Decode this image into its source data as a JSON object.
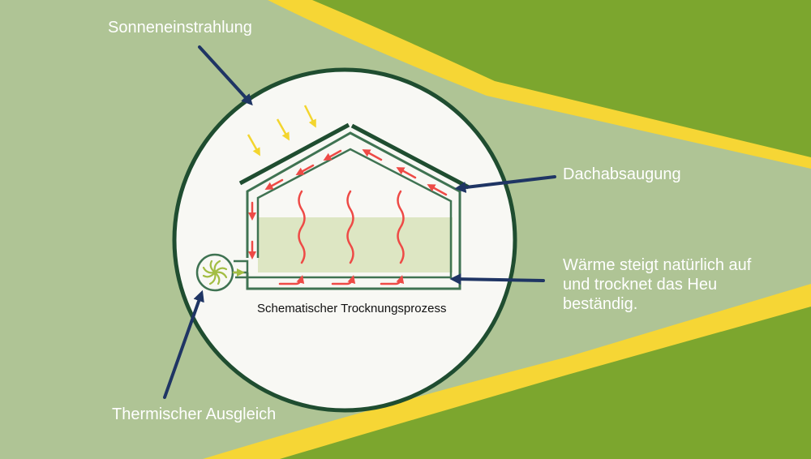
{
  "labels": {
    "sun": "Sonneneinstrahlung",
    "roof": "Dachabsaugung",
    "heat": "Wärme steigt natürlich auf\nund trocknet das Heu\nbeständig.",
    "thermal": "Thermischer Ausgleich",
    "caption": "Schematischer Trocknungsprozess"
  },
  "colors": {
    "background": "#afc495",
    "green_band": "#7ca62e",
    "yellow_band": "#f6d635",
    "circle_fill": "#f8f8f4",
    "circle_stroke": "#1f4d30",
    "building_stroke": "#3f7352",
    "roof_panel": "#1f4d30",
    "hay": "#dde6c3",
    "airflow": "#ee4a46",
    "sun_rays": "#f3d52e",
    "pointer": "#1f3564",
    "fan": "#a3bd43"
  },
  "icons": [
    "fan-icon",
    "sun-ray-icon",
    "airflow-arrow-icon",
    "heat-wave-icon"
  ]
}
